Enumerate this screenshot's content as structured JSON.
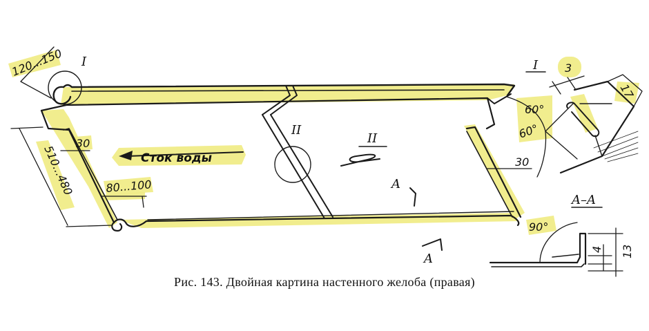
{
  "colors": {
    "highlight": "#eeea7a",
    "ink": "#1a1a1a",
    "paper": "#ffffff"
  },
  "labels": {
    "detail_I_mark": "I",
    "detail_II_mark": "II",
    "detail_I_title": "I",
    "detail_II_title": "II",
    "water_flow": "Сток воды",
    "section_mark": "A",
    "section_mark_lower": "A",
    "section_title": "A–A"
  },
  "dimensions": {
    "d_120_150": "120...150",
    "d_510_480": "510...480",
    "d_30_left": "30",
    "d_80_100": "80...100",
    "d_30_right": "30",
    "d_3": "3",
    "d_17": "17",
    "a_60_top": "60°",
    "a_60_bottom": "60°",
    "a_90": "90°",
    "d_4": "4",
    "d_13": "13"
  },
  "caption": "Рис. 143. Двойная картина настенного желоба (правая)"
}
